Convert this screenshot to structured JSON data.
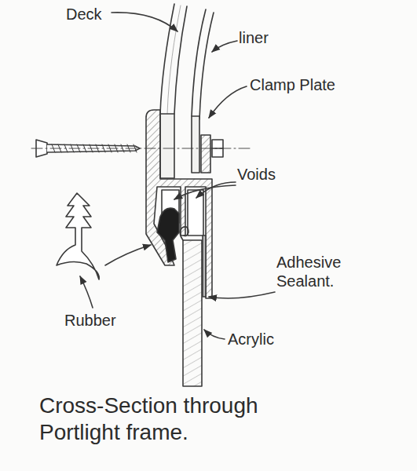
{
  "diagram": {
    "caption": "Cross-Section through Portlight frame.",
    "labels": [
      "Deck",
      "liner",
      "Clamp Plate",
      "Voids",
      "Adhesive Sealant.",
      "Rubber",
      "Acrylic"
    ]
  }
}
